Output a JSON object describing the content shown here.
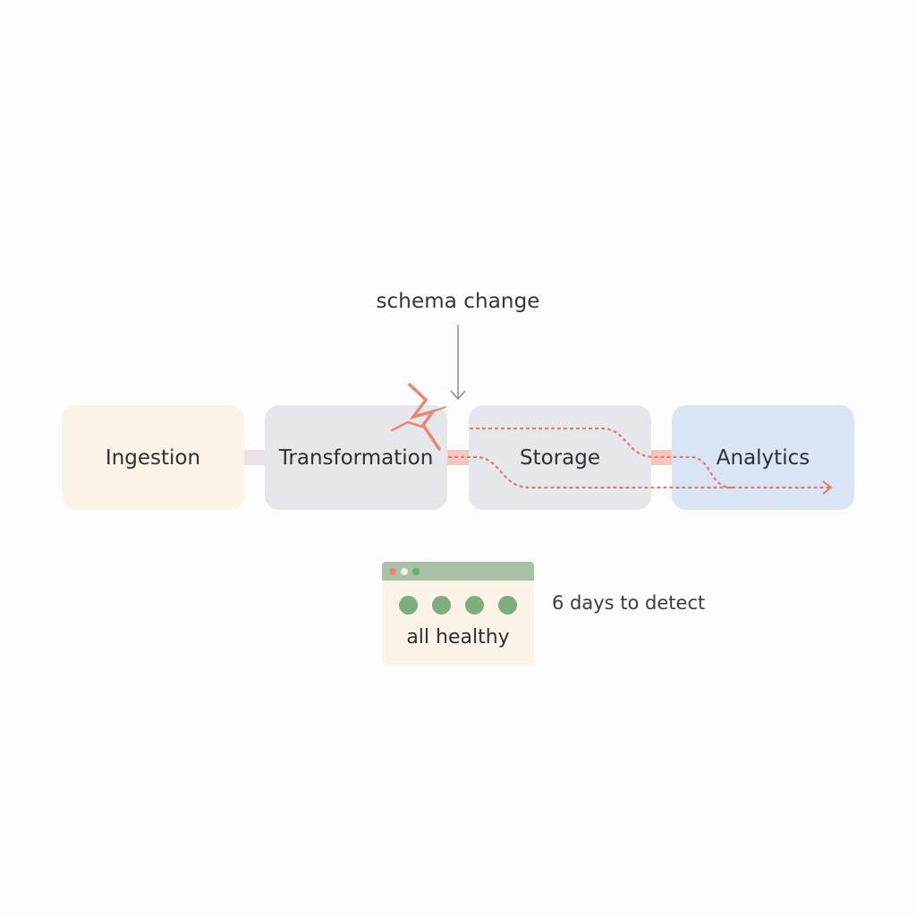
{
  "annotation": {
    "text": "schema change"
  },
  "stages": [
    {
      "label": "Ingestion",
      "color": "#fbf3e6"
    },
    {
      "label": "Transformation",
      "color": "#e6e7ea"
    },
    {
      "label": "Storage",
      "color": "#e6e7ea"
    },
    {
      "label": "Analytics",
      "color": "#d9e5f5"
    }
  ],
  "break_icon": "lightning-crack-icon",
  "propagation_color": "#e07a6a",
  "monitor": {
    "status_label": "all healthy",
    "indicator_count": 4,
    "indicator_color": "#7eae7f",
    "titlebar_color": "#a9c1a6",
    "window_dots": [
      "#e8857a",
      "#f6efe4",
      "#5fb66a"
    ]
  },
  "detection_note": "6 days to detect"
}
